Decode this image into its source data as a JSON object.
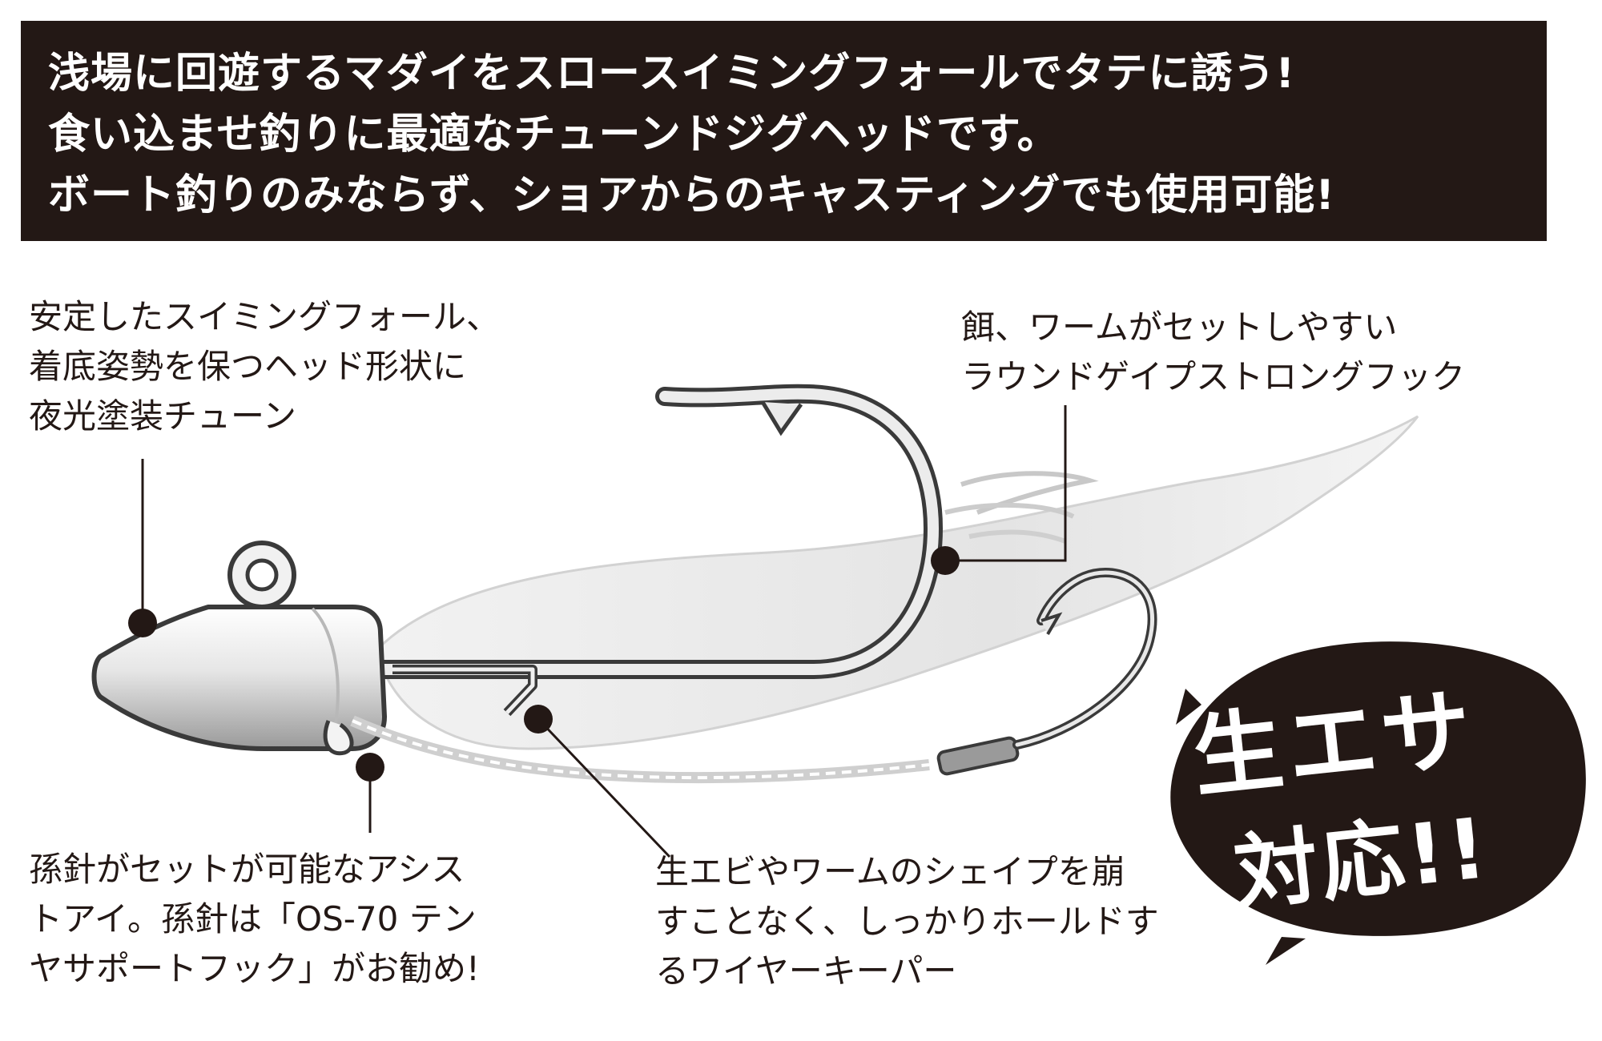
{
  "banner": {
    "lines": [
      "浅場に回遊するマダイをスロースイミングフォールでタテに誘う!",
      "食い込ませ釣りに最適なチューンドジグヘッドです。",
      "ボート釣りのみならず、ショアからのキャスティングでも使用可能!"
    ]
  },
  "callouts": {
    "head": {
      "lines": [
        "安定したスイミングフォール、",
        "着底姿勢を保つヘッド形状に",
        "夜光塗装チューン"
      ]
    },
    "hook": {
      "lines": [
        "餌、ワームがセットしやすい",
        "ラウンドゲイプストロングフック"
      ]
    },
    "assist": {
      "lines": [
        "孫針がセットが可能なアシス",
        "トアイ。孫針は「OS-70 テン",
        "ヤサポートフック」がお勧め!"
      ]
    },
    "keeper": {
      "lines": [
        "生エビやワームのシェイプを崩",
        "すことなく、しっかりホールドす",
        "るワイヤーキーパー"
      ]
    }
  },
  "badge": {
    "line1": "生エサ",
    "line2": "対応!!",
    "background_color": "#231815",
    "text_color": "#ffffff"
  },
  "colors": {
    "banner_bg": "#231815",
    "banner_text": "#ffffff",
    "body_text": "#231815",
    "leader_line": "#231815"
  },
  "icons": {
    "jighead": "jig-head-illustration",
    "hook": "hook-illustration",
    "bait": "bait-silhouette",
    "assist": "assist-hook-illustration"
  }
}
